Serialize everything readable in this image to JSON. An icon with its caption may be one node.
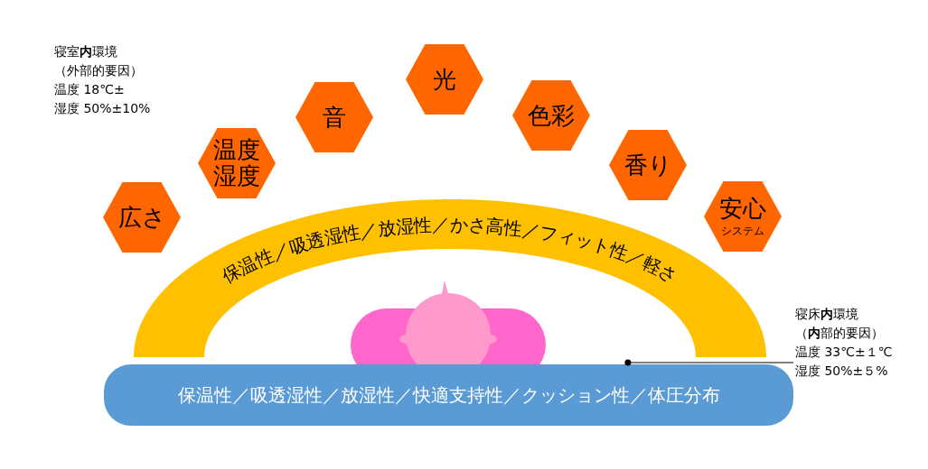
{
  "diagram": {
    "nodes": [
      {
        "text": [
          "広さ"
        ]
      },
      {
        "text": [
          "温度湿度"
        ]
      },
      {
        "text": [
          "音"
        ]
      },
      {
        "text": [
          "光"
        ]
      },
      {
        "text": [
          "色彩"
        ]
      },
      {
        "text": [
          "香り"
        ]
      },
      {
        "text": [
          "安心",
          "システム"
        ]
      },
      {
        "text": [
          "保温性／吸透湿性／放湿性／かさ高性／フィット性／軽さ"
        ]
      },
      {
        "text": [
          "保温性／吸透湿性／放湿性／快適支持性／クッション性／体圧分布"
        ]
      },
      {
        "text": [
          "寝床**内**環境",
          "（**内**部的要因）",
          "温度 33℃±１℃",
          "湿度 50%±５%"
        ]
      }
    ],
    "edges": [
      {
        "from": 9,
        "to": 8,
        "arrow": "other"
      }
    ],
    "labels": [
      "寝室**内**環境",
      "（外部的要因）",
      "温度 18℃±",
      "湿度 50%±10%"
    ]
  }
}
